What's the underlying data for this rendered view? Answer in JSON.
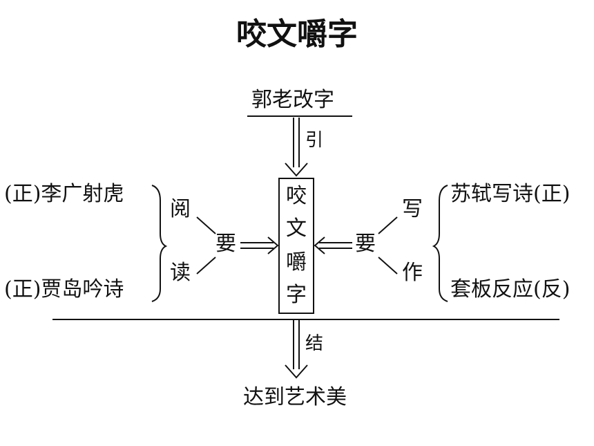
{
  "title": "咬文嚼字",
  "top_source": "郭老改字",
  "top_arrow_label": "引",
  "center_box": [
    "咬",
    "文",
    "嚼",
    "字"
  ],
  "left": {
    "items": [
      {
        "tag": "(正)",
        "text": "李广射虎"
      },
      {
        "tag": "(正)",
        "text": "贾岛吟诗"
      }
    ],
    "branch_top": "阅",
    "branch_bottom": "读",
    "junction": "要"
  },
  "right": {
    "items": [
      {
        "text": "苏轼写诗",
        "tag": "(正)"
      },
      {
        "text": "套板反应",
        "tag": "(反)"
      }
    ],
    "branch_top": "写",
    "branch_bottom": "作",
    "junction": "要"
  },
  "bottom_arrow_label": "结",
  "conclusion": "达到艺术美"
}
